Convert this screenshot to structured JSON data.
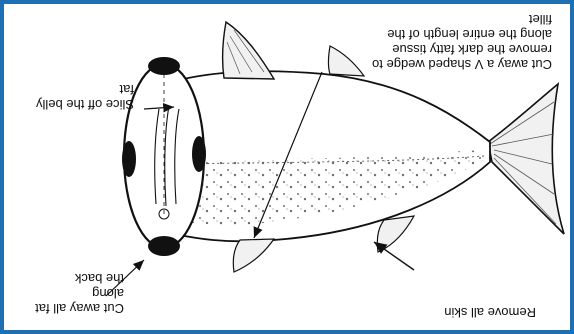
{
  "labels": {
    "belly": "Slice off the belly\nfat",
    "wedge": "Cut away a V shaped wedge to\nremove the dark fatty tissue\nalong the entire length of the\nfillet",
    "back": "Cut away all fat along\nthe back",
    "skin": "Remove all skin"
  },
  "colors": {
    "frame": "#1f6fb3",
    "ink": "#111111"
  },
  "icons": [
    "fish-illustration",
    "arrow"
  ]
}
